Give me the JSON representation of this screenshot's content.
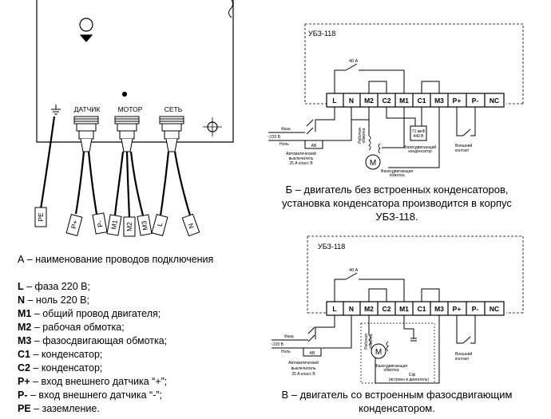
{
  "device": {
    "socket_labels": {
      "sensor": "ДАТЧИК",
      "motor": "МОТОР",
      "network": "СЕТЬ"
    },
    "wire_tags": [
      "PE",
      "P+",
      "P-",
      "M1",
      "M2",
      "M3",
      "L",
      "N"
    ]
  },
  "legend": {
    "title": "А – наименование проводов подключения",
    "items": [
      {
        "key": "L",
        "text": " – фаза 220 В;"
      },
      {
        "key": "N",
        "text": " – ноль 220 В;"
      },
      {
        "key": "M1",
        "text": " – общий провод двигателя;"
      },
      {
        "key": "M2",
        "text": " – рабочая обмотка;"
      },
      {
        "key": "M3",
        "text": " – фазосдвигающая обмотка;"
      },
      {
        "key": "C1",
        "text": " – конденсатор;"
      },
      {
        "key": "C2",
        "text": " – конденсатор;"
      },
      {
        "key": "P+",
        "text": " – вход внешнего датчика “+”;"
      },
      {
        "key": "P-",
        "text": " – вход внешнего датчика “-”;"
      },
      {
        "key": "PE",
        "text": " – заземление."
      }
    ]
  },
  "diagram_b": {
    "device": "УБЗ-118",
    "terminals": [
      "L",
      "N",
      "M2",
      "C2",
      "M1",
      "C1",
      "M3",
      "P+",
      "P-",
      "NC"
    ],
    "relay": "40 А",
    "phase": "Фаза",
    "neutral": "Ноль",
    "voltage": "~220 В",
    "breaker": "АВ",
    "breaker_desc": [
      "Автоматический",
      "выключатель",
      "25 А класс В"
    ],
    "working_winding": [
      "Рабочая",
      "обмотка"
    ],
    "shifting_winding": [
      "Фазосдвигающая",
      "обмотка"
    ],
    "motor": "M",
    "capacitor": [
      "71 мкФ",
      "440 В"
    ],
    "capacitor_desc": [
      "Фазосдвигающий",
      "конденсатор"
    ],
    "external_contact": [
      "Внешний",
      "контакт"
    ],
    "caption": [
      "Б – двигатель без встроенных конденсаторов,",
      "установка конденсатора производится в корпус",
      "УБЗ-118."
    ]
  },
  "diagram_v": {
    "device": "УБЗ-118",
    "terminals": [
      "L",
      "N",
      "M2",
      "C2",
      "M1",
      "C1",
      "M3",
      "P+",
      "P-",
      "NC"
    ],
    "relay": "40 А",
    "phase": "Фаза",
    "neutral": "Ноль",
    "voltage": "~220 В",
    "breaker": "АВ",
    "breaker_desc": [
      "Автоматический",
      "выключатель",
      "25 А класс В"
    ],
    "working_winding": [
      "Рабочая",
      "обмотка"
    ],
    "shifting_winding": [
      "Фазосдвигающая",
      "обмотка"
    ],
    "motor": "M",
    "cap_label": "Сф",
    "cap_note": "(встроен в двигатель)",
    "external_contact": [
      "Внешний",
      "контакт"
    ],
    "caption": [
      "В – двигатель со встроенным фазосдвигающим",
      "конденсатором."
    ]
  }
}
